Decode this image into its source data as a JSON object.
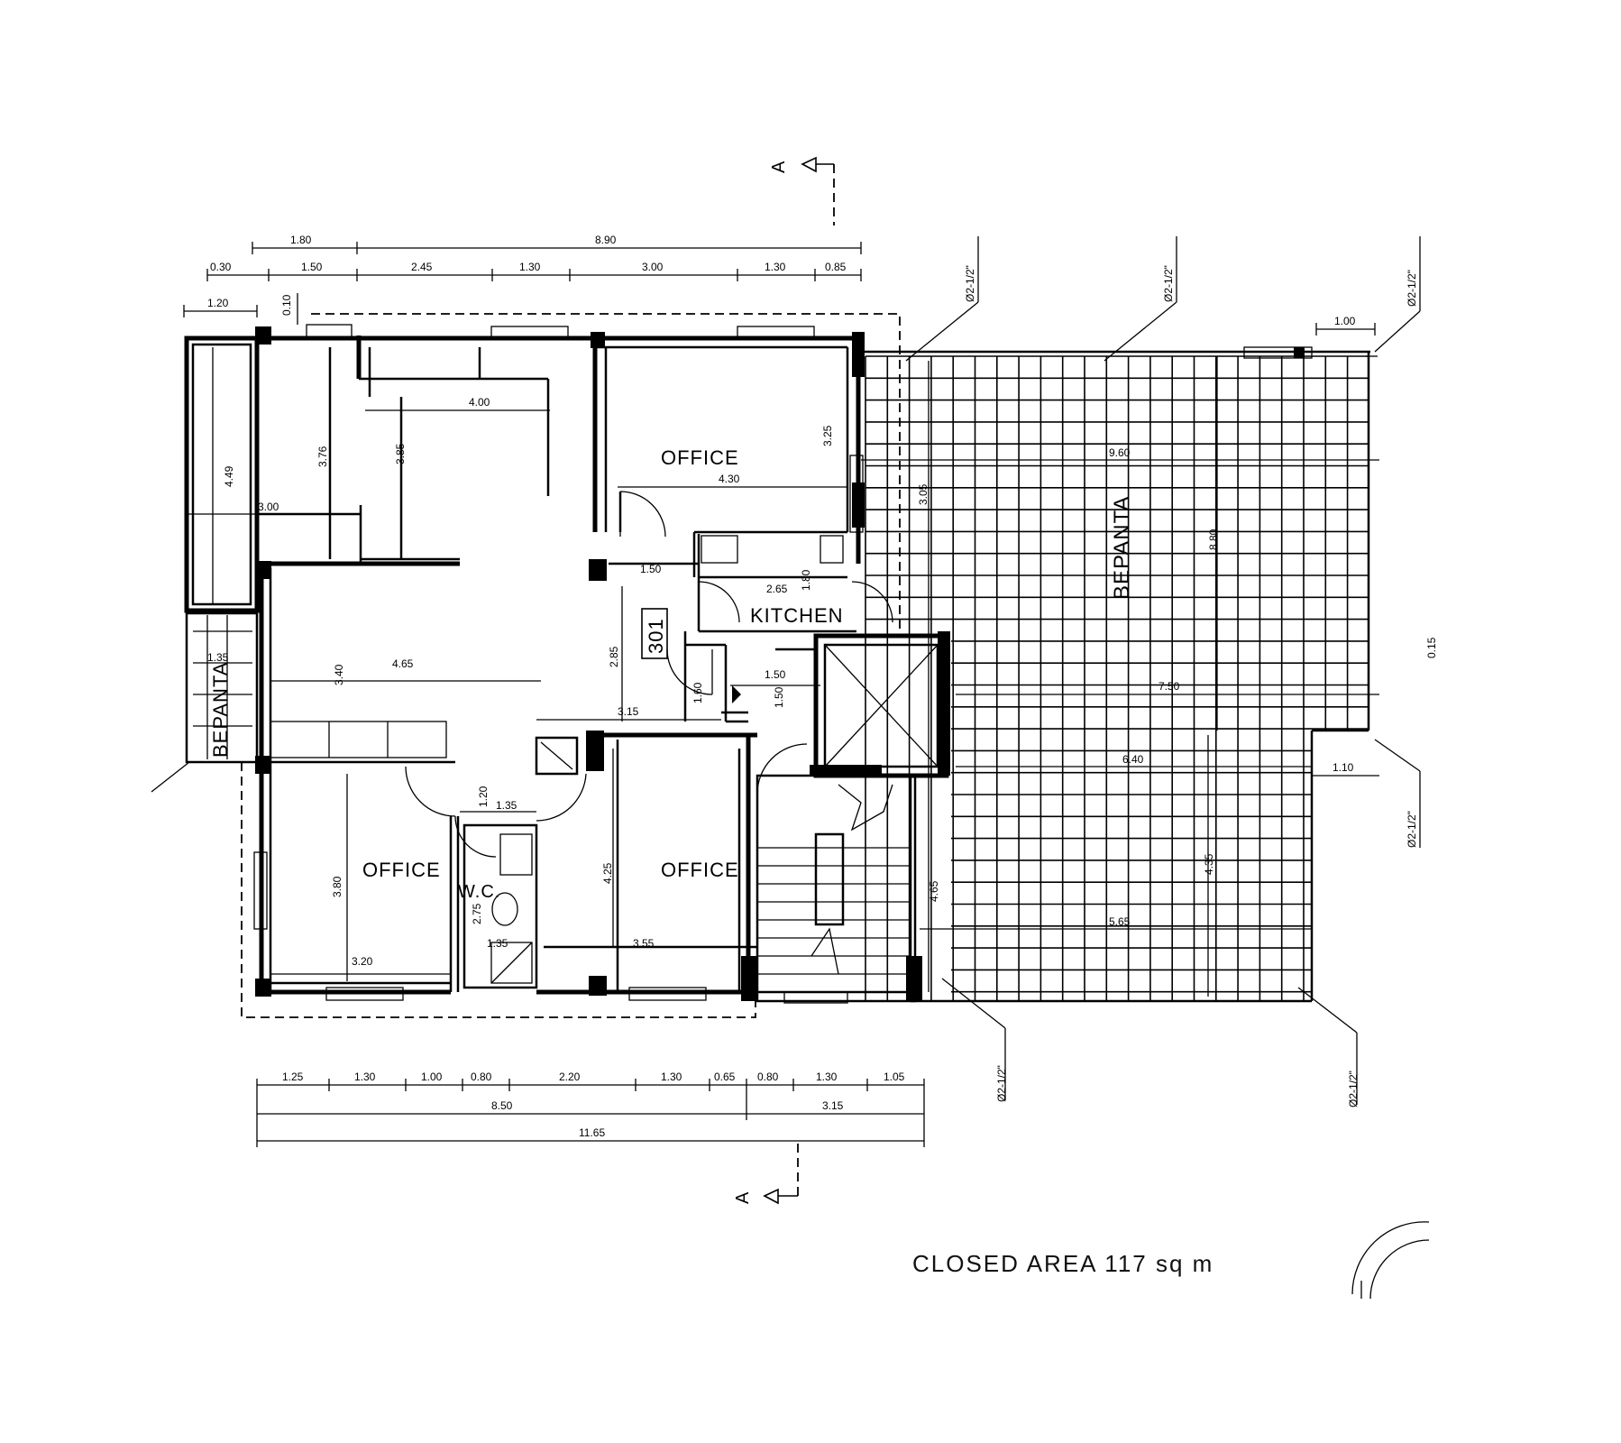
{
  "rooms": {
    "office_top": "OFFICE",
    "office_bottom_left": "OFFICE",
    "office_bottom_right": "OFFICE",
    "kitchen": "KITCHEN",
    "wc": "W.C.",
    "veranda_main": "ΒΕΡΑΝΤΑ",
    "veranda_side": "ΒΕΡΑΝΤΑ",
    "unit_number": "301"
  },
  "closed_area": "CLOSED AREA 117 sq m",
  "section_markers": {
    "top": "A",
    "bottom": "A"
  },
  "pipe_label": "Ø2-1/2\"",
  "dimensions": {
    "top_row1": [
      "1.80",
      "8.90"
    ],
    "top_row2": [
      "0.30",
      "1.50",
      "2.45",
      "1.30",
      "3.00",
      "1.30",
      "0.85"
    ],
    "left_1_20": "1.20",
    "small_0_10": "0.10",
    "bottom_row1": [
      "1.25",
      "1.30",
      "1.00",
      "0.80",
      "2.20",
      "1.30",
      "0.65",
      "0.80",
      "1.30",
      "1.05"
    ],
    "bottom_row2": [
      "8.50",
      "3.15"
    ],
    "bottom_row3": "11.65",
    "interior": {
      "d_4_00": "4.00",
      "d_4_49": "4.49",
      "d_3_76": "3.76",
      "d_3_85": "3.85",
      "d_3_00": "3.00",
      "d_4_30": "4.30",
      "d_3_25": "3.25",
      "d_1_50": "1.50",
      "d_2_65": "2.65",
      "d_1_80": "1.80",
      "d_3_40": "3.40",
      "d_4_65": "4.65",
      "d_2_85": "2.85",
      "d_3_15": "3.15",
      "d_1_60": "1.60",
      "d_1_50b": "1.50",
      "d_1_50c": "1.50",
      "d_1_35": "1.35",
      "d_3_80": "3.80",
      "d_3_20": "3.20",
      "d_1_20": "1.20",
      "d_1_35b": "1.35",
      "d_2_75": "2.75",
      "d_4_25": "4.25",
      "d_3_55": "3.55",
      "d_1_35c": "1.35",
      "v_9_60": "9.60",
      "v_3_05": "3.05",
      "v_8_80": "8.80",
      "v_7_50": "7.50",
      "v_6_40": "6.40",
      "v_4_35": "4.35",
      "v_5_65": "5.65",
      "v_4_65": "4.65",
      "v_1_00": "1.00",
      "v_1_10": "1.10",
      "v_0_15": "0.15"
    }
  }
}
